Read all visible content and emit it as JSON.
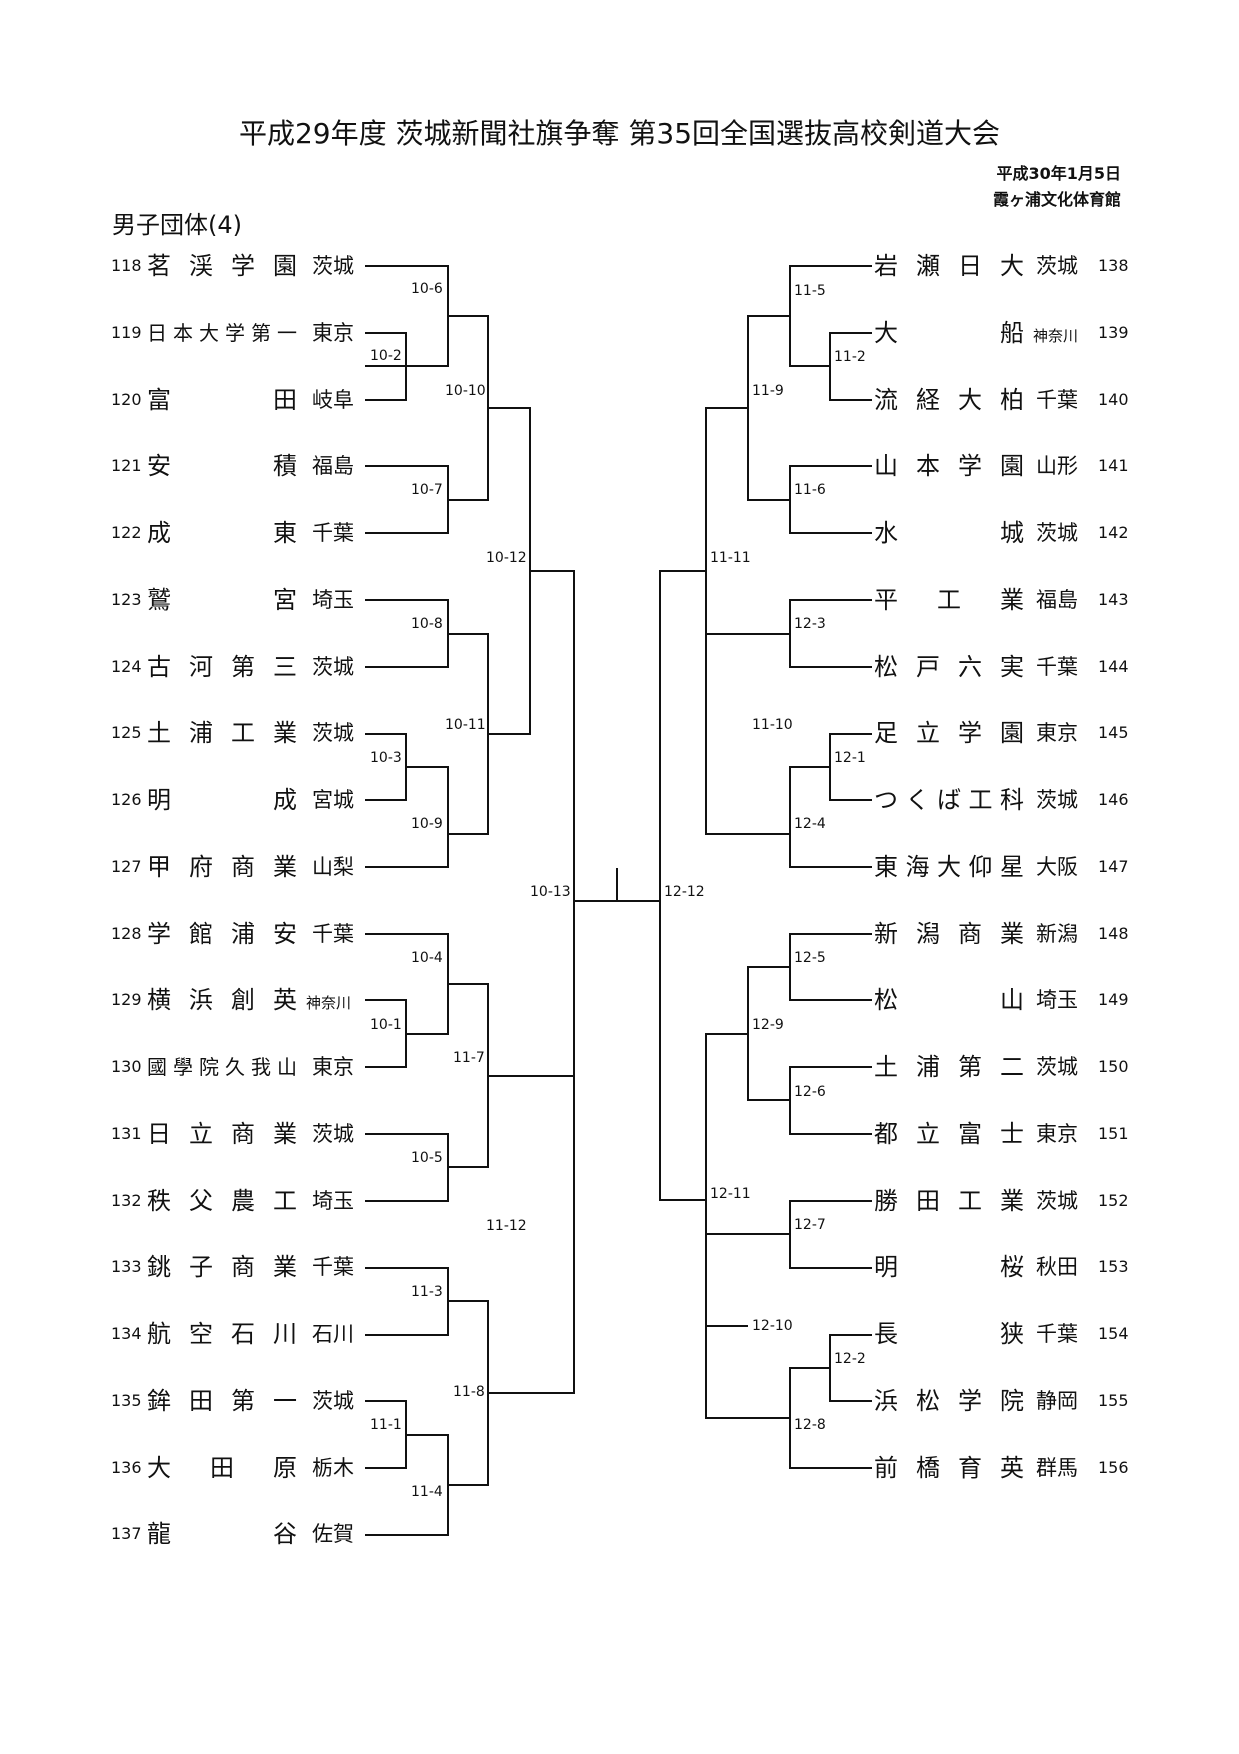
{
  "title": "平成29年度 茨城新聞社旗争奪  第35回全国選抜高校剣道大会",
  "date": "平成30年1月5日",
  "venue": "霞ヶ浦文化体育館",
  "section": "男子団体(4)",
  "left_teams": [
    {
      "no": "118",
      "name": "茗渓学園",
      "pref": "茨城"
    },
    {
      "no": "119",
      "name": "日本大学第一",
      "pref": "東京"
    },
    {
      "no": "120",
      "name": "富田",
      "pref": "岐阜"
    },
    {
      "no": "121",
      "name": "安積",
      "pref": "福島"
    },
    {
      "no": "122",
      "name": "成東",
      "pref": "千葉"
    },
    {
      "no": "123",
      "name": "鷲宮",
      "pref": "埼玉"
    },
    {
      "no": "124",
      "name": "古河第三",
      "pref": "茨城"
    },
    {
      "no": "125",
      "name": "土浦工業",
      "pref": "茨城"
    },
    {
      "no": "126",
      "name": "明成",
      "pref": "宮城"
    },
    {
      "no": "127",
      "name": "甲府商業",
      "pref": "山梨"
    },
    {
      "no": "128",
      "name": "学館浦安",
      "pref": "千葉"
    },
    {
      "no": "129",
      "name": "横浜創英",
      "pref": "神奈川"
    },
    {
      "no": "130",
      "name": "國學院久我山",
      "pref": "東京"
    },
    {
      "no": "131",
      "name": "日立商業",
      "pref": "茨城"
    },
    {
      "no": "132",
      "name": "秩父農工",
      "pref": "埼玉"
    },
    {
      "no": "133",
      "name": "銚子商業",
      "pref": "千葉"
    },
    {
      "no": "134",
      "name": "航空石川",
      "pref": "石川"
    },
    {
      "no": "135",
      "name": "鉾田第一",
      "pref": "茨城"
    },
    {
      "no": "136",
      "name": "大田原",
      "pref": "栃木"
    },
    {
      "no": "137",
      "name": "龍谷",
      "pref": "佐賀"
    }
  ],
  "right_teams": [
    {
      "no": "138",
      "name": "岩瀬日大",
      "pref": "茨城"
    },
    {
      "no": "139",
      "name": "大船",
      "pref": "神奈川"
    },
    {
      "no": "140",
      "name": "流経大柏",
      "pref": "千葉"
    },
    {
      "no": "141",
      "name": "山本学園",
      "pref": "山形"
    },
    {
      "no": "142",
      "name": "水城",
      "pref": "茨城"
    },
    {
      "no": "143",
      "name": "平工業",
      "pref": "福島"
    },
    {
      "no": "144",
      "name": "松戸六実",
      "pref": "千葉"
    },
    {
      "no": "145",
      "name": "足立学園",
      "pref": "東京"
    },
    {
      "no": "146",
      "name": "つくば工科",
      "pref": "茨城"
    },
    {
      "no": "147",
      "name": "東海大仰星",
      "pref": "大阪"
    },
    {
      "no": "148",
      "name": "新潟商業",
      "pref": "新潟"
    },
    {
      "no": "149",
      "name": "松山",
      "pref": "埼玉"
    },
    {
      "no": "150",
      "name": "土浦第二",
      "pref": "茨城"
    },
    {
      "no": "151",
      "name": "都立富士",
      "pref": "東京"
    },
    {
      "no": "152",
      "name": "勝田工業",
      "pref": "茨城"
    },
    {
      "no": "153",
      "name": "明桜",
      "pref": "秋田"
    },
    {
      "no": "154",
      "name": "長狭",
      "pref": "千葉"
    },
    {
      "no": "155",
      "name": "浜松学院",
      "pref": "静岡"
    },
    {
      "no": "156",
      "name": "前橋育英",
      "pref": "群馬"
    }
  ],
  "matches": {
    "m10_1": "10-1",
    "m10_2": "10-2",
    "m10_3": "10-3",
    "m10_4": "10-4",
    "m10_5": "10-5",
    "m10_6": "10-6",
    "m10_7": "10-7",
    "m10_8": "10-8",
    "m10_9": "10-9",
    "m10_10": "10-10",
    "m10_11": "10-11",
    "m10_12": "10-12",
    "m10_13": "10-13",
    "m11_1": "11-1",
    "m11_2": "11-2",
    "m11_3": "11-3",
    "m11_4": "11-4",
    "m11_5": "11-5",
    "m11_6": "11-6",
    "m11_7": "11-7",
    "m11_8": "11-8",
    "m11_9": "11-9",
    "m11_10": "11-10",
    "m11_11": "11-11",
    "m11_12": "11-12",
    "m12_1": "12-1",
    "m12_2": "12-2",
    "m12_3": "12-3",
    "m12_4": "12-4",
    "m12_5": "12-5",
    "m12_6": "12-6",
    "m12_7": "12-7",
    "m12_8": "12-8",
    "m12_9": "12-9",
    "m12_10": "12-10",
    "m12_11": "12-11",
    "m12_12": "12-12"
  }
}
